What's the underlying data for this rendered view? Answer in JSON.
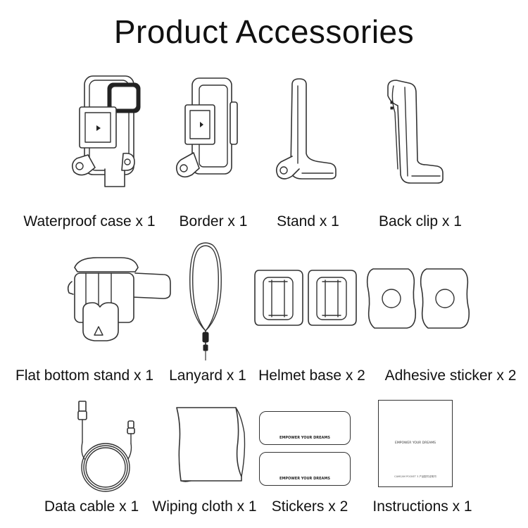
{
  "title": "Product Accessories",
  "items": [
    {
      "label": "Waterproof case x 1"
    },
    {
      "label": "Border x 1"
    },
    {
      "label": "Stand x 1"
    },
    {
      "label": "Back clip x 1"
    },
    {
      "label": "Flat bottom stand x 1"
    },
    {
      "label": "Lanyard x 1"
    },
    {
      "label": "Helmet base x 2"
    },
    {
      "label": "Adhesive sticker x 2"
    },
    {
      "label": "Data cable x 1"
    },
    {
      "label": "Wiping cloth x 1"
    },
    {
      "label": "Stickers x 2"
    },
    {
      "label": "Instructions x 1"
    }
  ],
  "sticker_text": "EMPOWER YOUR DREAMS",
  "instructions_header": "EMPOWER YOUR DREAMS",
  "instructions_footer": "CAMCAM POCKET 3 产品配件说明书"
}
